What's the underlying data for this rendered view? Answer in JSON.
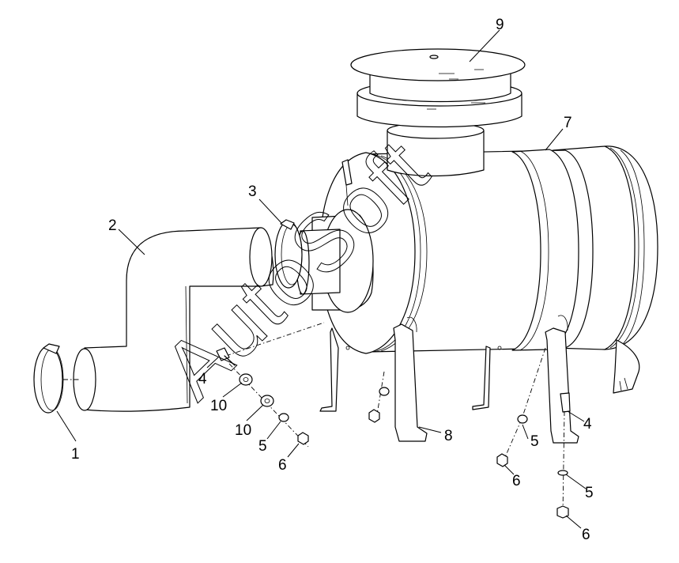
{
  "watermark": "AutoSoft",
  "callouts": {
    "c1": "1",
    "c2": "2",
    "c3": "3",
    "c4a": "4",
    "c4b": "4",
    "c5a": "5",
    "c5b": "5",
    "c5c": "5",
    "c6a": "6",
    "c6b": "6",
    "c6c": "6",
    "c7": "7",
    "c8": "8",
    "c9": "9",
    "c10a": "10",
    "c10b": "10"
  }
}
